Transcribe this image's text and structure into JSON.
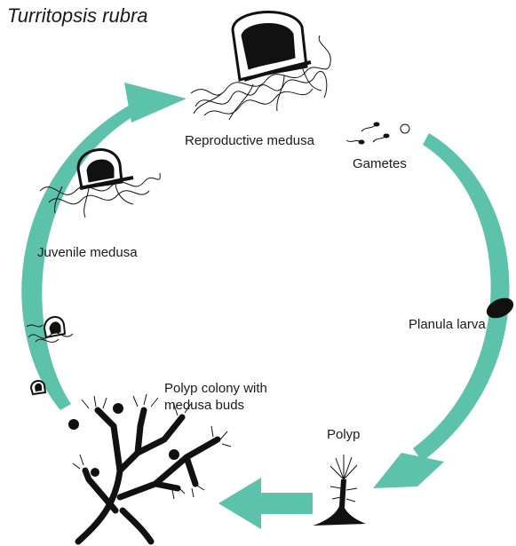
{
  "title": "Turritopsis rubra",
  "colors": {
    "arrow": "#5cc2ac",
    "ink": "#111111",
    "background": "#ffffff"
  },
  "stages": {
    "reproductive_medusa": "Reproductive medusa",
    "gametes": "Gametes",
    "planula_larva": "Planula larva",
    "polyp": "Polyp",
    "polyp_colony": "Polyp colony with medusa buds",
    "juvenile_medusa": "Juvenile medusa"
  }
}
